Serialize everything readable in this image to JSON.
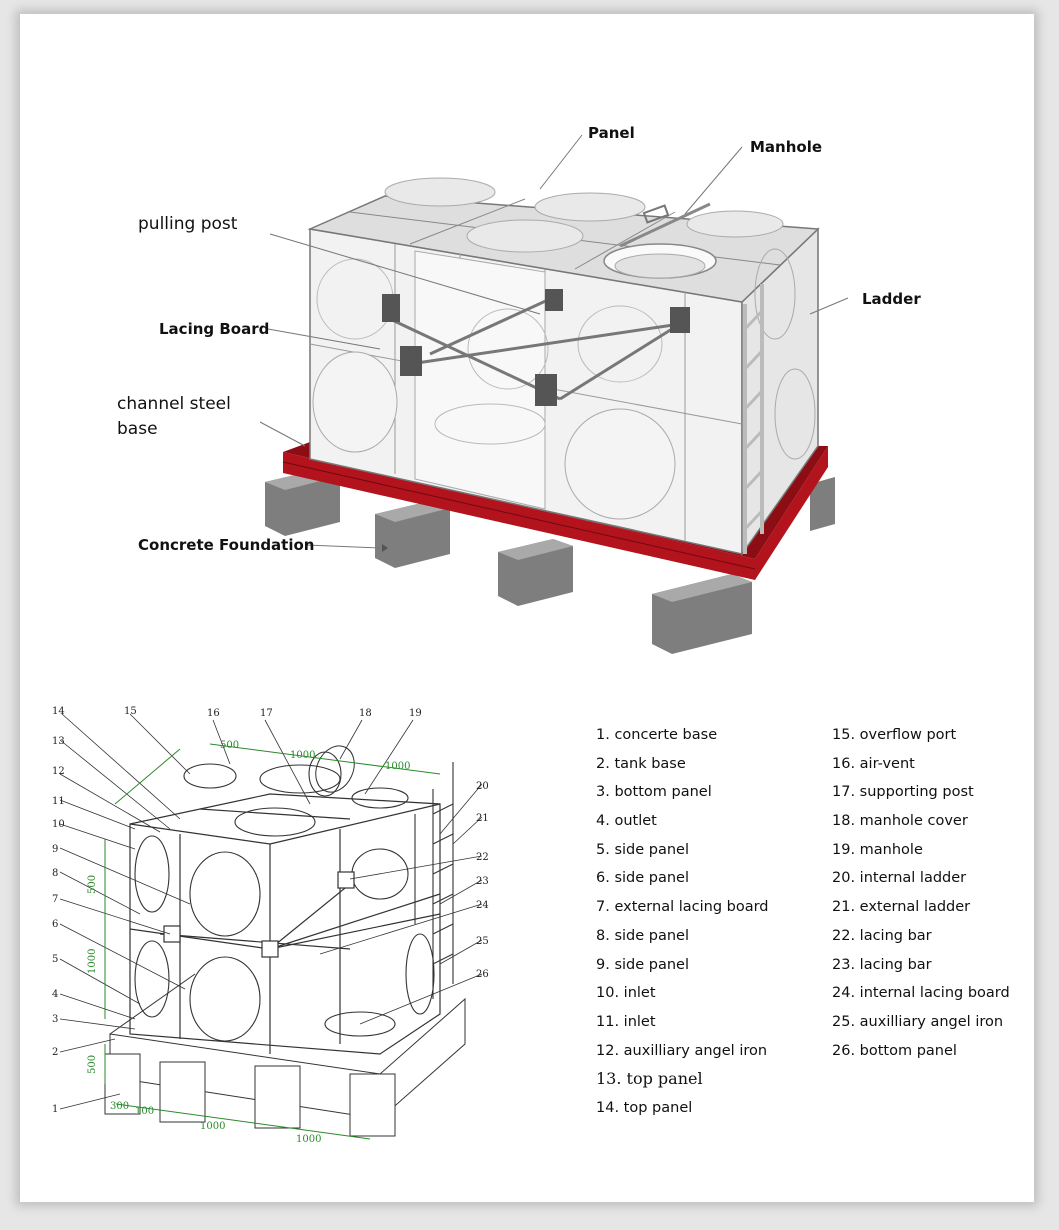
{
  "top_labels": {
    "panel": "Panel",
    "manhole": "Manhole",
    "pulling_post": "pulling post",
    "ladder": "Ladder",
    "lacing_board": "Lacing Board",
    "channel_steel_base_line1": "channel steel",
    "channel_steel_base_line2": "base",
    "concrete_foundation": "Concrete Foundation"
  },
  "drawing_numbers": [
    "1",
    "2",
    "3",
    "4",
    "5",
    "6",
    "7",
    "8",
    "9",
    "10",
    "11",
    "12",
    "13",
    "14",
    "15",
    "16",
    "17",
    "18",
    "19",
    "20",
    "21",
    "22",
    "23",
    "24",
    "25",
    "26"
  ],
  "dimensions": {
    "d300": "300",
    "d100": "100",
    "d1000": "1000",
    "d500": "500"
  },
  "legend_left": [
    "1. concerte base",
    "2. tank base",
    "3. bottom panel",
    "4. outlet",
    "5. side panel",
    "6. side panel",
    "7. external lacing board",
    "8. side panel",
    "9. side panel",
    "10. inlet",
    "11. inlet",
    "12. auxilliary angel iron",
    "13. top panel",
    "14. top panel"
  ],
  "legend_right": [
    "15. overflow port",
    "16. air-vent",
    "17. supporting post",
    "18. manhole cover",
    "19. manhole",
    "20. internal ladder",
    "21. external ladder",
    "22. lacing bar",
    "23. lacing bar",
    "24. internal lacing board",
    "25. auxilliary angel iron",
    "26. bottom panel"
  ],
  "colors": {
    "base_red": "#b3131c",
    "concrete": "#8e8e8e",
    "dimension_green": "#2a8a2a"
  }
}
